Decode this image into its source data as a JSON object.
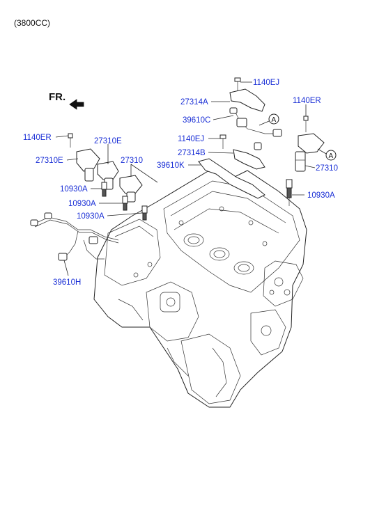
{
  "header": {
    "engine_variant": "(3800CC)"
  },
  "orientation": {
    "front_label": "FR."
  },
  "reference_marks": {
    "a_upper": "A",
    "a_lower": "A"
  },
  "callouts": {
    "c1140EJ_top": "1140EJ",
    "c27314A": "27314A",
    "c1140ER_right": "1140ER",
    "c39610C": "39610C",
    "c1140EJ_mid": "1140EJ",
    "c27314B": "27314B",
    "c39610K": "39610K",
    "c27310_right": "27310",
    "c10930A_right": "10930A",
    "c1140ER_left": "1140ER",
    "c27310E_top": "27310E",
    "c27310E_left": "27310E",
    "c27310_left": "27310",
    "c10930A_1": "10930A",
    "c10930A_2": "10930A",
    "c10930A_3": "10930A",
    "c39610H": "39610H"
  }
}
